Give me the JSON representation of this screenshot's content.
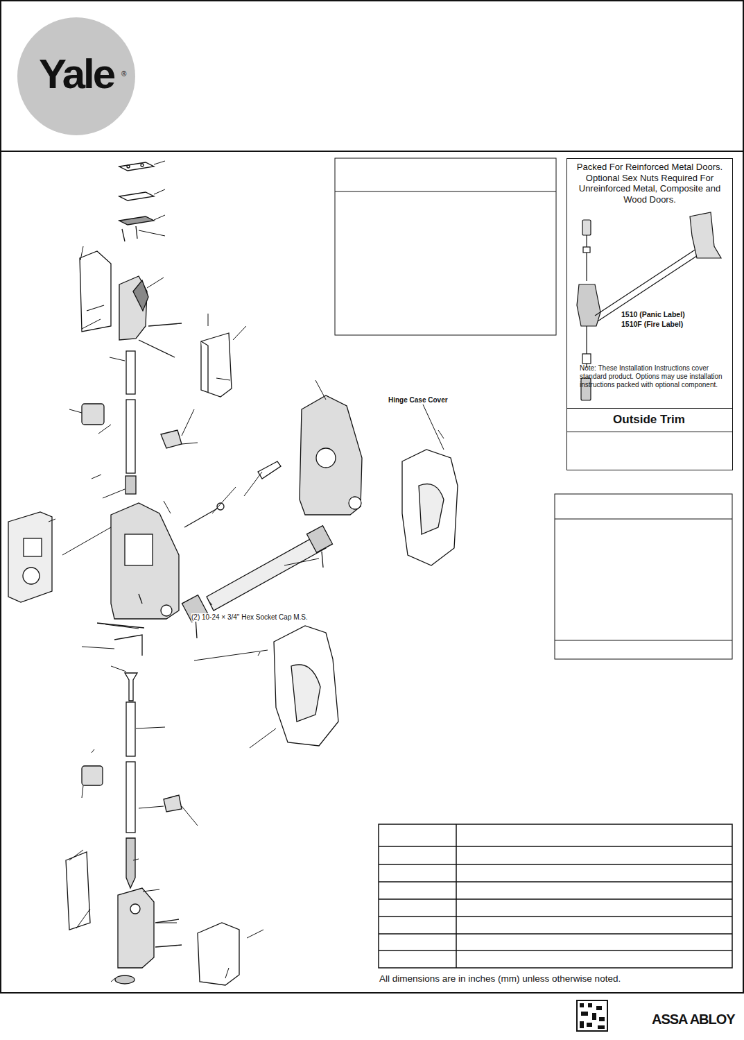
{
  "diagram": {
    "nodes": [
      {
        "text": [
          "Yale",
          "®"
        ]
      },
      {
        "text": [
          "Packed For Reinforced Metal Doors. Optional Sex Nuts Required For Unreinforced Metal, Composite and Wood Doors.",
          "1510 (Panic Label)",
          "1510F (Fire Label)",
          "Note: These Installation Instructions cover standard product. Options may use installation instructions packed with optional component."
        ]
      },
      {
        "text": [
          "Outside Trim"
        ],
        "in": 1
      }
    ],
    "edges": [],
    "labels": [
      "Hinge Case Cover",
      "(2) 10-24 × 3/4\" Hex Socket Cap M.S.",
      "All dimensions are in inches (mm) unless otherwise noted.",
      "ASSA ABLOY"
    ]
  }
}
